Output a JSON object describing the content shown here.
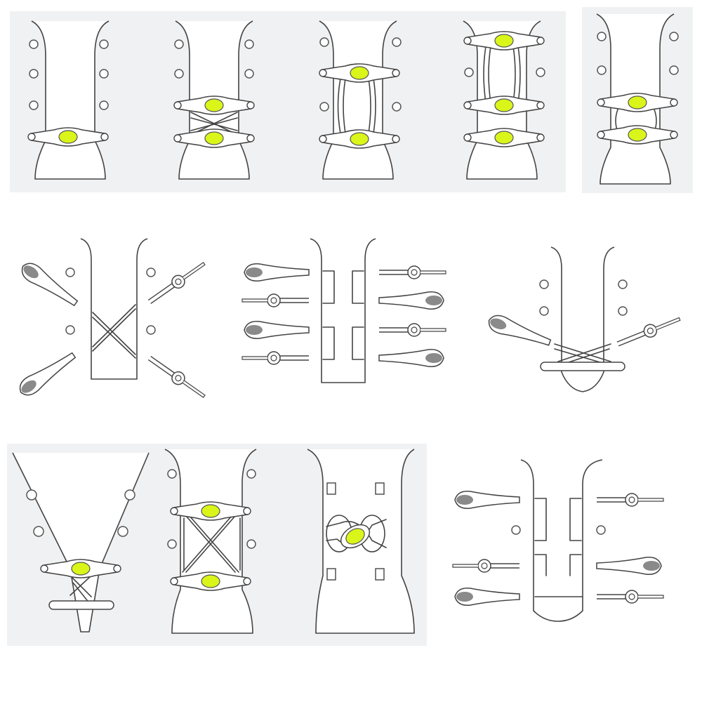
{
  "image": {
    "background_color": "#ffffff",
    "panel_color": "#f0f1f2",
    "stroke_color": "#444444",
    "accent_color": "#d9f51a",
    "tip_color": "#8a8a8a"
  },
  "diagrams": [
    {
      "id": "d1",
      "kind": "lock-lace-single-bottom",
      "clip_count": 1
    },
    {
      "id": "d2",
      "kind": "lock-lace-with-cross",
      "clip_count": 2
    },
    {
      "id": "d3",
      "kind": "lock-lace-ladder-pair",
      "clip_count": 2
    },
    {
      "id": "d4",
      "kind": "lock-lace-ladder-triple",
      "clip_count": 3
    },
    {
      "id": "d5",
      "kind": "lock-lace-short-pair",
      "clip_count": 2
    },
    {
      "id": "d6",
      "kind": "threading-cross-diagonal",
      "clip_count": 0
    },
    {
      "id": "d7",
      "kind": "threading-straight-with-loops",
      "clip_count": 0
    },
    {
      "id": "d8",
      "kind": "threading-bottom-bar-cross",
      "clip_count": 0
    },
    {
      "id": "d9",
      "kind": "lock-lace-v-shape",
      "clip_count": 1
    },
    {
      "id": "d10",
      "kind": "lock-lace-with-x-cross",
      "clip_count": 2
    },
    {
      "id": "d11",
      "kind": "lock-lace-twisted-center",
      "clip_count": 1
    },
    {
      "id": "d12",
      "kind": "threading-straight-bottom-bar",
      "clip_count": 0
    }
  ]
}
